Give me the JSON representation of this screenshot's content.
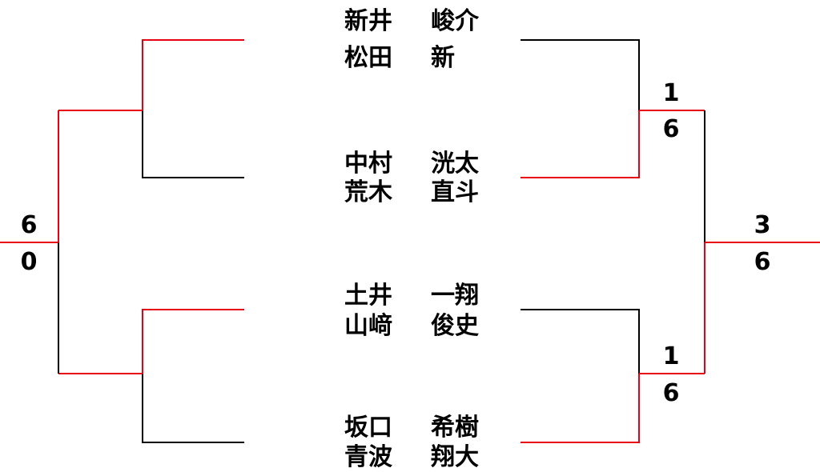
{
  "colors": {
    "winner_line": "#e60012",
    "loser_line": "#000000"
  },
  "pairs": [
    {
      "players": [
        {
          "surname": "新井",
          "given": "峻介"
        },
        {
          "surname": "松田",
          "given": "新"
        }
      ]
    },
    {
      "players": [
        {
          "surname": "中村",
          "given": "洸太"
        },
        {
          "surname": "荒木",
          "given": "直斗"
        }
      ]
    },
    {
      "players": [
        {
          "surname": "土井",
          "given": "一翔"
        },
        {
          "surname": "山﨑",
          "given": "俊史"
        }
      ]
    },
    {
      "players": [
        {
          "surname": "坂口",
          "given": "希樹"
        },
        {
          "surname": "青波",
          "given": "翔大"
        }
      ]
    }
  ],
  "scores": {
    "left_final": {
      "top": "6",
      "bottom": "0"
    },
    "right_semi_top": {
      "top": "1",
      "bottom": "6"
    },
    "right_semi_bottom": {
      "top": "1",
      "bottom": "6"
    },
    "right_final": {
      "top": "3",
      "bottom": "6"
    }
  }
}
